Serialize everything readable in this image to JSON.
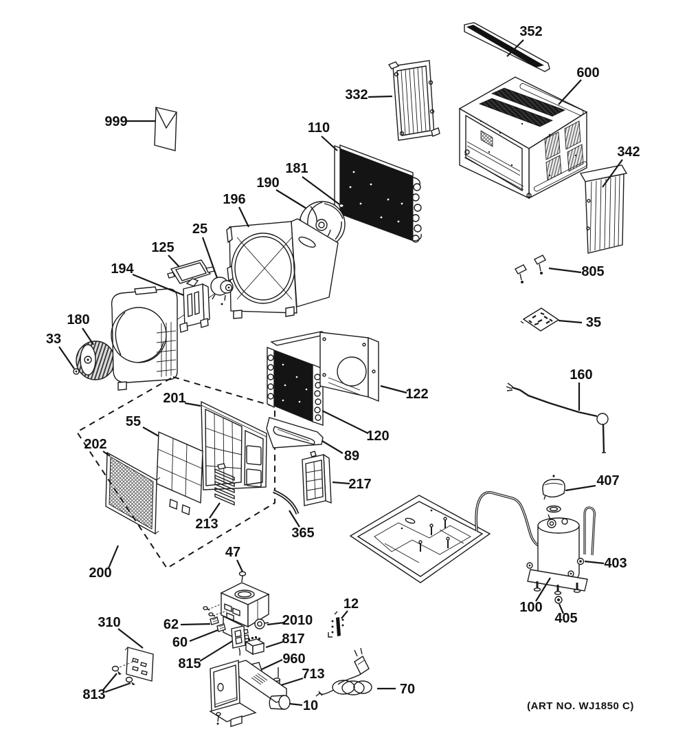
{
  "diagram": {
    "art_no": "(ART NO. WJ1850 C)",
    "labels": {
      "999": "999",
      "352": "352",
      "600": "600",
      "342": "342",
      "332": "332",
      "110": "110",
      "181": "181",
      "190": "190",
      "196": "196",
      "25": "25",
      "125": "125",
      "194": "194",
      "180": "180",
      "33": "33",
      "805": "805",
      "35": "35",
      "160": "160",
      "122": "122",
      "120": "120",
      "89": "89",
      "201": "201",
      "55": "55",
      "202": "202",
      "213": "213",
      "217": "217",
      "365": "365",
      "200": "200",
      "407": "407",
      "403": "403",
      "100": "100",
      "405": "405",
      "47": "47",
      "310": "310",
      "813": "813",
      "62": "62",
      "60": "60",
      "815": "815",
      "2010": "2010",
      "817": "817",
      "960": "960",
      "713": "713",
      "10": "10",
      "12": "12",
      "70": "70"
    }
  }
}
